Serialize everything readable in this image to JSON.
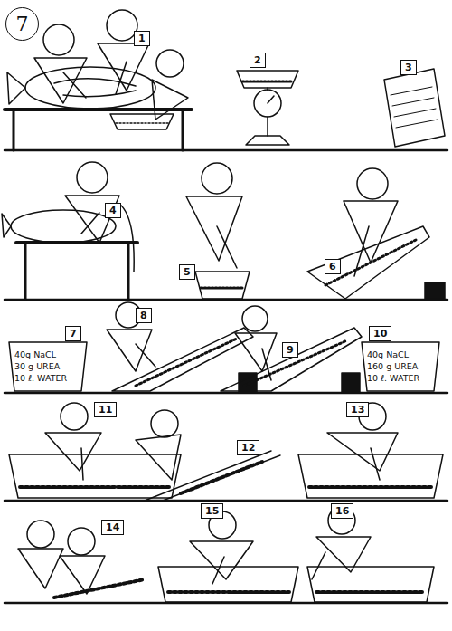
{
  "diagram": {
    "nodes": [
      {
        "text": [
          "7"
        ]
      },
      {
        "text": [
          "1"
        ]
      },
      {
        "text": [
          "2"
        ]
      },
      {
        "text": [
          "3"
        ]
      },
      {
        "text": [
          "4"
        ]
      },
      {
        "text": [
          "5"
        ]
      },
      {
        "text": [
          "6"
        ]
      },
      {
        "text": [
          "7"
        ]
      },
      {
        "text": [
          "40g NaCL",
          "30 g UREA",
          "10 ℓ. WATER"
        ]
      },
      {
        "text": [
          "8"
        ]
      },
      {
        "text": [
          "9"
        ]
      },
      {
        "text": [
          "10"
        ]
      },
      {
        "text": [
          "40g NaCL",
          "160 g UREA",
          "10 ℓ. WATER"
        ]
      },
      {
        "text": [
          "11"
        ]
      },
      {
        "text": [
          "12"
        ]
      },
      {
        "text": [
          "13"
        ]
      },
      {
        "text": [
          "14"
        ]
      },
      {
        "text": [
          "15"
        ]
      },
      {
        "text": [
          "16"
        ]
      }
    ]
  }
}
